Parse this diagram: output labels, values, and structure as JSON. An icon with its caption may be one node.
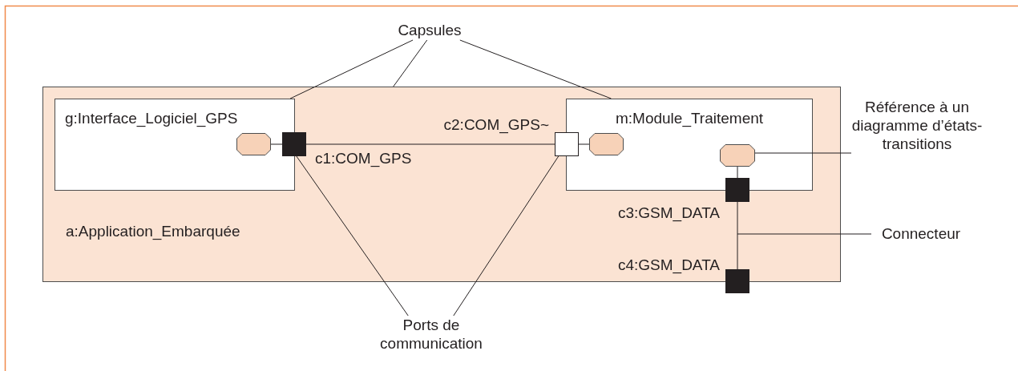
{
  "diagram": {
    "nodes": [
      {
        "text": [
          "Capsules"
        ]
      },
      {
        "text": [
          "a:Application_Embarquée"
        ]
      },
      {
        "text": [
          "g:Interface_Logiciel_GPS"
        ],
        "in": 1
      },
      {
        "text": [],
        "shape": "octagon",
        "in": 2
      },
      {
        "text": [],
        "shape": "box",
        "in": 1,
        "beside": [
          "c1:COM_GPS"
        ]
      },
      {
        "text": [
          "m:Module_Traitement"
        ],
        "in": 1
      },
      {
        "text": [],
        "shape": "box",
        "in": 1,
        "beside": [
          "c2:COM_GPS~"
        ]
      },
      {
        "text": [],
        "shape": "octagon",
        "in": 5
      },
      {
        "text": [
          "Référence à un diagramme d’états-transitions"
        ]
      },
      {
        "text": [],
        "shape": "octagon",
        "in": 5
      },
      {
        "text": [],
        "shape": "box",
        "in": 1,
        "beside": [
          "c3:GSM_DATA"
        ]
      },
      {
        "text": [
          "Connecteur"
        ]
      },
      {
        "text": [],
        "shape": "box",
        "beside": [
          "c4:GSM_DATA"
        ]
      },
      {
        "text": [
          "Ports de communication"
        ]
      }
    ],
    "edges": [
      {
        "from": 0,
        "to": 2,
        "arrow": "none"
      },
      {
        "from": 0,
        "to": 1,
        "arrow": "none"
      },
      {
        "from": 0,
        "to": 5,
        "arrow": "none"
      },
      {
        "from": 3,
        "to": 4,
        "arrow": "none"
      },
      {
        "from": 4,
        "to": 6,
        "arrow": "none"
      },
      {
        "from": 6,
        "to": 7,
        "arrow": "none"
      },
      {
        "from": 9,
        "to": 10,
        "arrow": "none"
      },
      {
        "from": 10,
        "to": 12,
        "arrow": "none"
      },
      {
        "from": 8,
        "to": 9,
        "arrow": "none"
      },
      {
        "from": 11,
        "to": null,
        "arrow": "none"
      },
      {
        "from": 13,
        "to": 4,
        "arrow": "none"
      },
      {
        "from": 13,
        "to": 6,
        "arrow": "none"
      }
    ]
  }
}
